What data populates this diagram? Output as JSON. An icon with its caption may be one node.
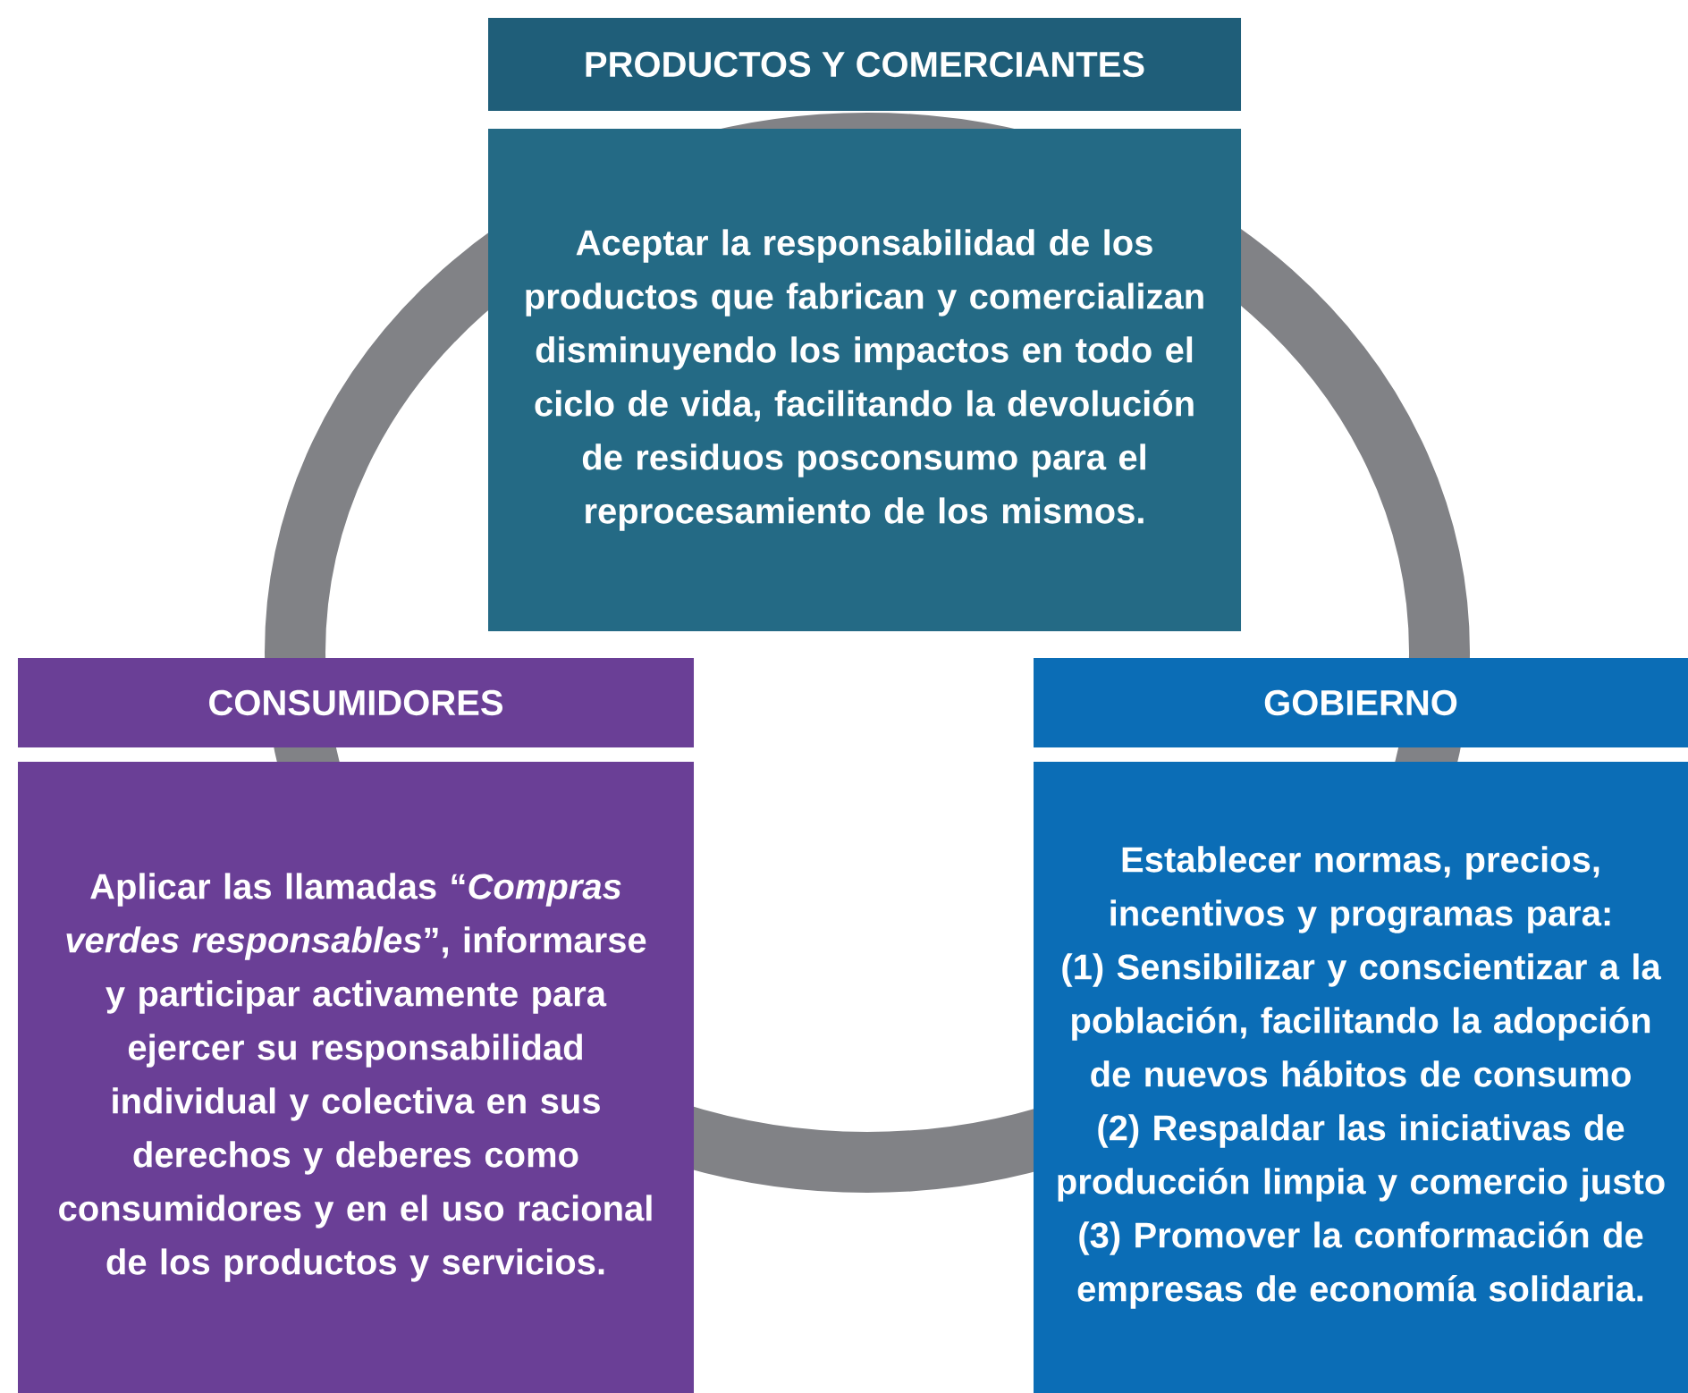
{
  "diagram": {
    "nodes": [
      {
        "text": [
          "PRODUCTOS Y COMERCIANTES",
          "Aceptar la responsabilidad de los productos que fabrican y comercializan disminuyendo los impactos en todo el ciclo de vida, facilitando la devolución de residuos posconsumo para el reprocesamiento de los mismos."
        ]
      },
      {
        "text": [
          "CONSUMIDORES",
          "Aplicar las llamadas “*Compras verdes responsables*”, informarse y participar activamente para ejercer su responsabilidad individual y colectiva en sus derechos y deberes como consumidores y en el uso racional de los productos y servicios."
        ]
      },
      {
        "text": [
          "GOBIERNO",
          "Establecer normas, precios, incentivos y programas para: (1) Sensibilizar y conscientizar a la población, facilitando la adopción de nuevos hábitos de consumo (2) Respaldar las iniciativas de producción limpia y comercio justo (3) Promover la conformación de empresas de economía solidaria."
        ]
      }
    ]
  }
}
